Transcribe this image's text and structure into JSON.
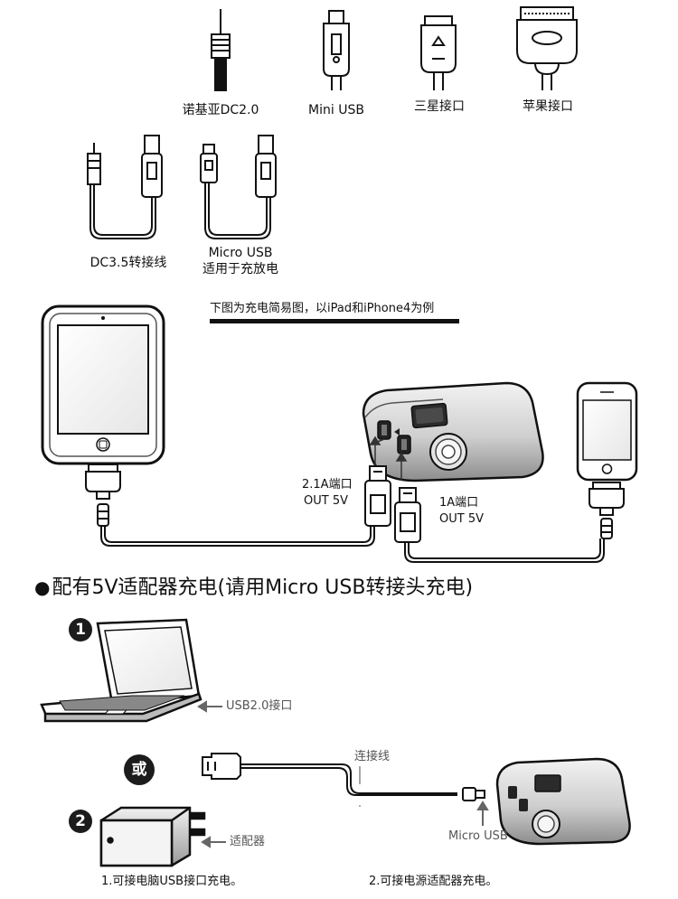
{
  "connectors": {
    "nokia": "诺基亚DC2.0",
    "mini_usb": "Mini USB",
    "samsung": "三星接口",
    "apple": "苹果接口"
  },
  "cables": {
    "dc35": "DC3.5转接线",
    "micro_usb_line1": "Micro USB",
    "micro_usb_line2": "适用于充放电"
  },
  "demo": {
    "title": "下图为充电简易图，以iPad和iPhone4为例",
    "port_21a": "2.1A端口",
    "port_21a_out": "OUT 5V",
    "port_1a": "1A端口",
    "port_1a_out": "OUT 5V"
  },
  "section": {
    "bullet": "●",
    "heading": "配有5V适配器充电(请用Micro  USB转接头充电)",
    "step1": "1",
    "step2": "2",
    "or": "或",
    "usb_port": "USB2.0接口",
    "cable": "连接线",
    "micro_usb": "Micro USB",
    "adapter": "适配器",
    "caption1": "1.可接电脑USB接口充电。",
    "caption2": "2.可接电源适配器充电。"
  }
}
